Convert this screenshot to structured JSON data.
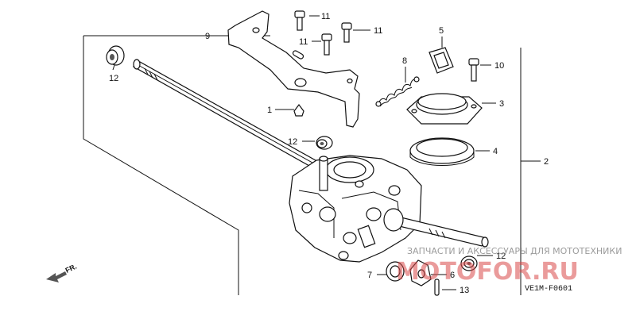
{
  "diagram": {
    "figure_code": "VE1M-F0601",
    "direction_marker": "FR.",
    "watermark_text": "ЗАПЧАСТИ И АКСЕССУАРЫ ДЛЯ МОТОТЕХНИКИ",
    "watermark_logo": "MOTOFOR.RU",
    "callouts": {
      "c1": "1",
      "c2": "2",
      "c3": "3",
      "c4": "4",
      "c5": "5",
      "c6": "6",
      "c7": "7",
      "c8": "8",
      "c9": "9",
      "c10": "10",
      "c11a": "11",
      "c11b": "11",
      "c11c": "11",
      "c12a": "12",
      "c12b": "12",
      "c12c": "12",
      "c13": "13"
    },
    "colors": {
      "line": "#111111",
      "watermark_red": "#d94a4a"
    }
  }
}
